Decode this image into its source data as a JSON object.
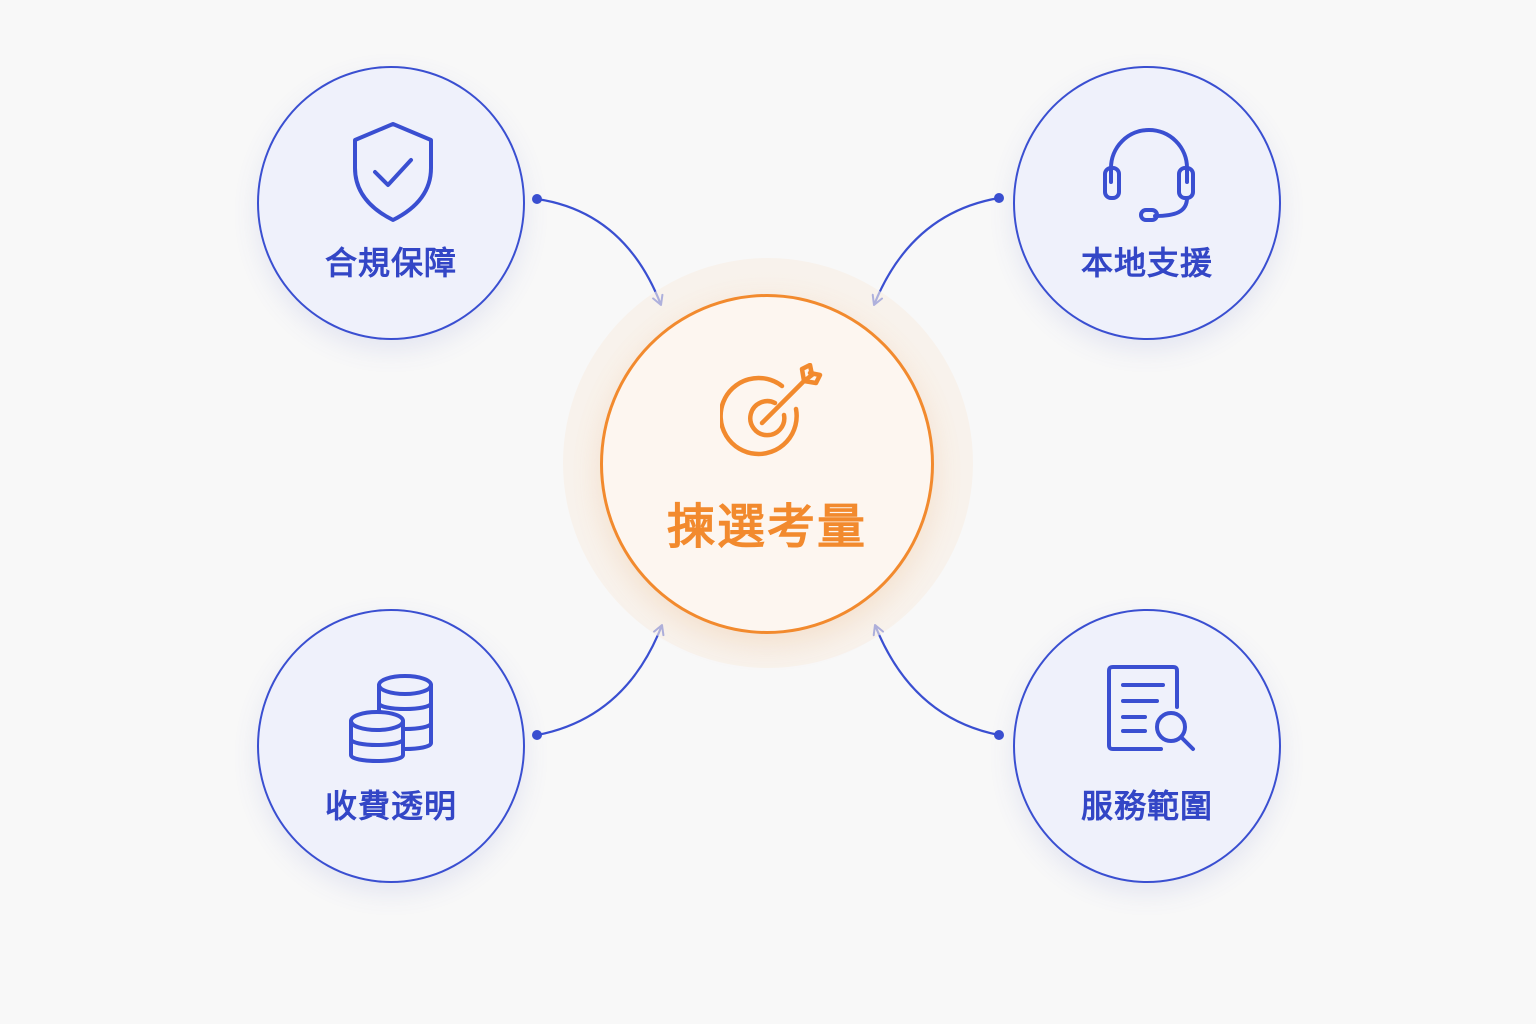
{
  "center": {
    "label": "揀選考量",
    "icon": "target-arrow-icon",
    "color": "#f28a2e"
  },
  "nodes": [
    {
      "id": "compliance",
      "label": "合規保障",
      "icon": "shield-check-icon"
    },
    {
      "id": "local-support",
      "label": "本地支援",
      "icon": "headset-icon"
    },
    {
      "id": "transparent-fees",
      "label": "收費透明",
      "icon": "coin-stack-icon"
    },
    {
      "id": "service-scope",
      "label": "服務範圍",
      "icon": "document-search-icon"
    }
  ],
  "colors": {
    "accent_blue": "#3a4fd1",
    "accent_orange": "#f28a2e",
    "background": "#f8f8f8"
  }
}
